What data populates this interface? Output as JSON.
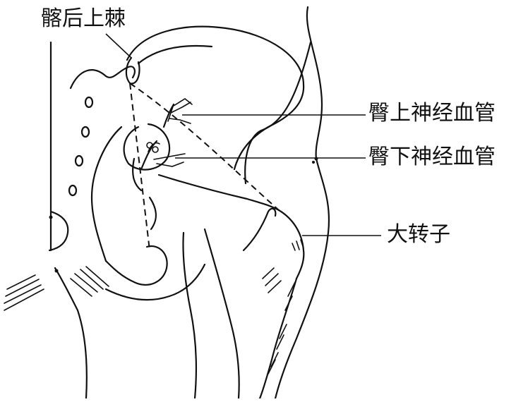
{
  "labels": {
    "psis": "髂后上棘",
    "superior_gluteal": "臀上神经血管",
    "inferior_gluteal": "臀下神经血管",
    "greater_trochanter": "大转子"
  }
}
